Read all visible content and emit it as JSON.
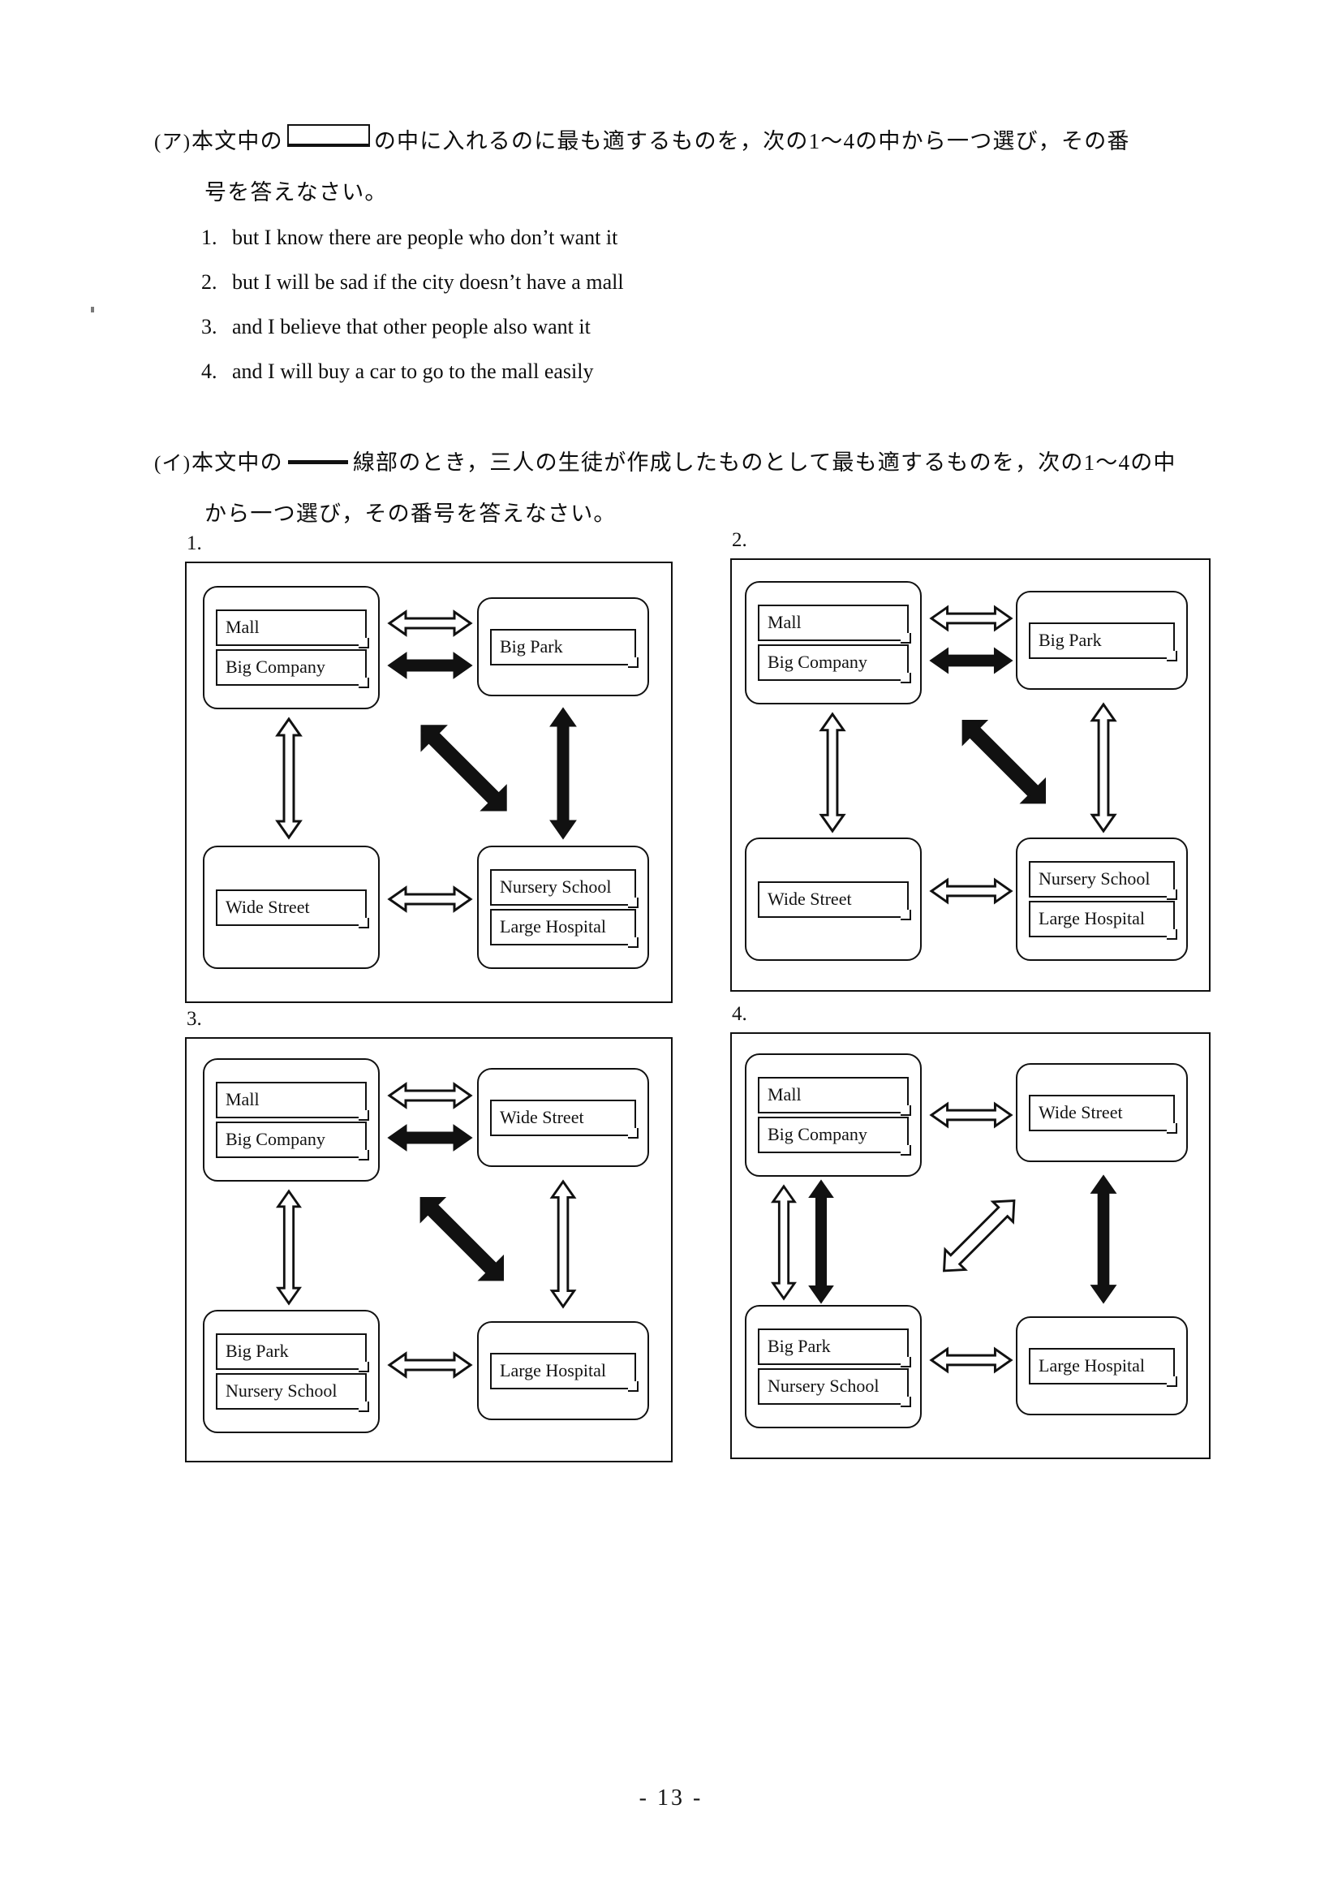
{
  "page": {
    "page_number": "- 13 -"
  },
  "questions": [
    {
      "marker": "(ア)",
      "line1_before_blank": "本文中の",
      "line1_after_blank": "の中に入れるのに最も適するものを，次の1～4の中から一つ選び，その番",
      "line2": "号を答えなさい。",
      "options": [
        {
          "num": "1.",
          "text": "but I know there are people who don’t want it"
        },
        {
          "num": "2.",
          "text": "but I will be sad if the city doesn’t have a mall"
        },
        {
          "num": "3.",
          "text": "and I believe that other people also want it"
        },
        {
          "num": "4.",
          "text": "and I will buy a car to go to the mall easily"
        }
      ]
    },
    {
      "marker": "(イ)",
      "line1_before_mark": "本文中の",
      "line1_after_mark": "線部のとき，三人の生徒が作成したものとして最も適するものを，次の1～4の中",
      "line2": "から一つ選び，その番号を答えなさい。"
    }
  ],
  "diagrams": [
    {
      "label": "1.",
      "nodes": {
        "top_left": [
          "Mall",
          "Big Company"
        ],
        "top_right": [
          "Big Park"
        ],
        "bottom_left": [
          "Wide Street"
        ],
        "bottom_right": [
          "Nursery School",
          "Large Hospital"
        ]
      },
      "connections": [
        {
          "from": "top_left",
          "to": "top_right",
          "style": "hollow",
          "direction": "both",
          "orientation": "horizontal"
        },
        {
          "from": "top_left",
          "to": "top_right",
          "style": "solid",
          "direction": "both",
          "orientation": "horizontal"
        },
        {
          "from": "top_left",
          "to": "bottom_left",
          "style": "hollow",
          "direction": "both",
          "orientation": "vertical"
        },
        {
          "from": "top_left",
          "to": "bottom_right",
          "style": "solid",
          "direction": "both",
          "orientation": "diagonal"
        },
        {
          "from": "top_right",
          "to": "bottom_right",
          "style": "solid",
          "direction": "both",
          "orientation": "vertical"
        },
        {
          "from": "bottom_left",
          "to": "bottom_right",
          "style": "hollow",
          "direction": "both",
          "orientation": "horizontal"
        }
      ]
    },
    {
      "label": "2.",
      "nodes": {
        "top_left": [
          "Mall",
          "Big Company"
        ],
        "top_right": [
          "Big Park"
        ],
        "bottom_left": [
          "Wide Street"
        ],
        "bottom_right": [
          "Nursery School",
          "Large Hospital"
        ]
      },
      "connections": [
        {
          "from": "top_left",
          "to": "top_right",
          "style": "hollow",
          "direction": "both",
          "orientation": "horizontal"
        },
        {
          "from": "top_left",
          "to": "top_right",
          "style": "solid",
          "direction": "both",
          "orientation": "horizontal"
        },
        {
          "from": "top_left",
          "to": "bottom_left",
          "style": "hollow",
          "direction": "both",
          "orientation": "vertical"
        },
        {
          "from": "top_left",
          "to": "bottom_right",
          "style": "solid",
          "direction": "both",
          "orientation": "diagonal"
        },
        {
          "from": "top_right",
          "to": "bottom_right",
          "style": "hollow",
          "direction": "both",
          "orientation": "vertical"
        },
        {
          "from": "bottom_left",
          "to": "bottom_right",
          "style": "hollow",
          "direction": "both",
          "orientation": "horizontal"
        }
      ]
    },
    {
      "label": "3.",
      "nodes": {
        "top_left": [
          "Mall",
          "Big Company"
        ],
        "top_right": [
          "Wide Street"
        ],
        "bottom_left": [
          "Big Park",
          "Nursery School"
        ],
        "bottom_right": [
          "Large Hospital"
        ]
      },
      "connections": [
        {
          "from": "top_left",
          "to": "top_right",
          "style": "hollow",
          "direction": "both",
          "orientation": "horizontal"
        },
        {
          "from": "top_left",
          "to": "top_right",
          "style": "solid",
          "direction": "both",
          "orientation": "horizontal"
        },
        {
          "from": "top_left",
          "to": "bottom_left",
          "style": "hollow",
          "direction": "both",
          "orientation": "vertical"
        },
        {
          "from": "top_left",
          "to": "bottom_right",
          "style": "solid",
          "direction": "both",
          "orientation": "diagonal"
        },
        {
          "from": "top_right",
          "to": "bottom_right",
          "style": "hollow",
          "direction": "both",
          "orientation": "vertical"
        },
        {
          "from": "bottom_left",
          "to": "bottom_right",
          "style": "hollow",
          "direction": "both",
          "orientation": "horizontal"
        }
      ]
    },
    {
      "label": "4.",
      "nodes": {
        "top_left": [
          "Mall",
          "Big Company"
        ],
        "top_right": [
          "Wide Street"
        ],
        "bottom_left": [
          "Big Park",
          "Nursery School"
        ],
        "bottom_right": [
          "Large Hospital"
        ]
      },
      "connections": [
        {
          "from": "top_left",
          "to": "top_right",
          "style": "hollow",
          "direction": "both",
          "orientation": "horizontal"
        },
        {
          "from": "top_left",
          "to": "bottom_left",
          "style": "hollow",
          "direction": "both",
          "orientation": "vertical"
        },
        {
          "from": "top_left",
          "to": "bottom_left",
          "style": "solid",
          "direction": "both",
          "orientation": "vertical"
        },
        {
          "from": "top_left",
          "to": "bottom_right",
          "style": "hollow",
          "direction": "both",
          "orientation": "diagonal"
        },
        {
          "from": "top_right",
          "to": "bottom_right",
          "style": "solid",
          "direction": "both",
          "orientation": "vertical"
        },
        {
          "from": "bottom_left",
          "to": "bottom_right",
          "style": "hollow",
          "direction": "both",
          "orientation": "horizontal"
        }
      ]
    }
  ]
}
